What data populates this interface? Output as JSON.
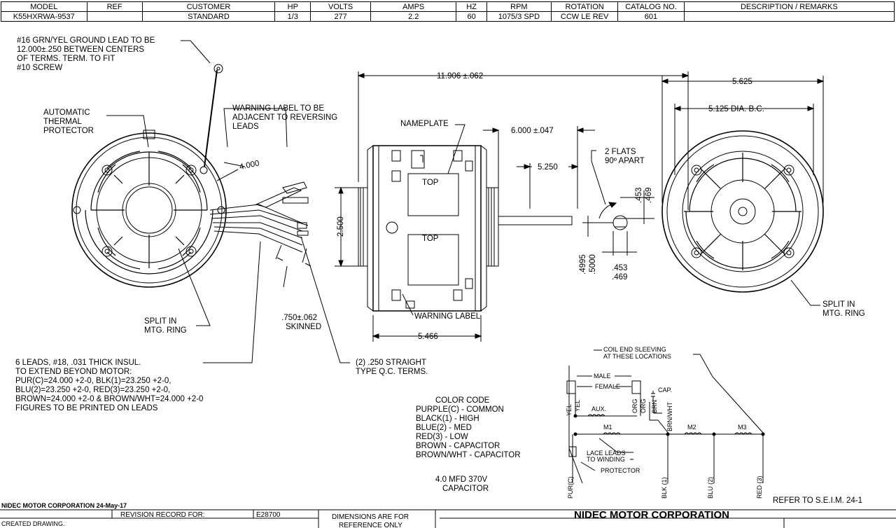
{
  "spec_table": {
    "headers": [
      "MODEL",
      "REF",
      "CUSTOMER",
      "HP",
      "VOLTS",
      "AMPS",
      "HZ",
      "RPM",
      "ROTATION",
      "CATALOG NO.",
      "DESCRIPTION / REMARKS"
    ],
    "row": [
      "K55HXRWA-9537",
      "",
      "STANDARD",
      "1/3",
      "277",
      "2.2",
      "60",
      "1075/3 SPD",
      "CCW LE REV",
      "601",
      ""
    ]
  },
  "notes": {
    "ground_lead": [
      "#16 GRN/YEL GROUND LEAD TO BE",
      "12.000±.250 BETWEEN CENTERS",
      "OF TERMS. TERM. TO FIT",
      "#10 SCREW"
    ],
    "thermal": [
      "AUTOMATIC",
      "THERMAL",
      "PROTECTOR"
    ],
    "warning_label_top": [
      "WARNING LABEL TO BE",
      "ADJACENT TO REVERSING",
      "LEADS"
    ],
    "nameplate": "NAMEPLATE",
    "top1": "TOP",
    "top2": "TOP",
    "flats": [
      "2 FLATS",
      "90º APART"
    ],
    "split_left": [
      "SPLIT IN",
      "MTG. RING"
    ],
    "split_right": [
      "SPLIT IN",
      "MTG. RING"
    ],
    "skinned": [
      ".750±.062",
      "SKINNED"
    ],
    "warning_label": "WARNING LABEL",
    "qc_terms": [
      "(2) .250 STRAIGHT",
      "TYPE Q.C. TERMS."
    ],
    "leads": [
      "6 LEADS, #18, .031 THICK INSUL.",
      "TO EXTEND BEYOND MOTOR:",
      "PUR(C)=24.000 +2-0, BLK(1)=23.250 +2-0,",
      "BLU(2)=23.250 +2-0, RED(3)=23.250 +2-0,",
      "BROWN=24.000 +2-0 & BROWN/WHT=24.000 +2-0",
      "FIGURES TO BE PRINTED ON LEADS"
    ],
    "color_code": [
      "COLOR CODE",
      "PURPLE(C) - COMMON",
      "BLACK(1) - HIGH",
      "BLUE(2) - MED",
      "RED(3) - LOW",
      "BROWN - CAPACITOR",
      "BROWN/WHT - CAPACITOR"
    ],
    "capacitor": [
      "4.0 MFD 370V",
      "CAPACITOR"
    ],
    "coil_sleeving": [
      "COIL END SLEEVING",
      "AT THESE LOCATIONS"
    ],
    "refer": "REFER TO S.E.I.M. 24-1"
  },
  "dimensions": {
    "len_total": "11.906 ±.062",
    "len_shaft": "6.000 ±.047",
    "len_5250": "5.250",
    "height": "2.500",
    "body_len": "5.466",
    "mount_ring": "5.625",
    "bolt_circle": "5.125  DIA. B.C.",
    "radius": "4.000",
    "flat_a": ".453",
    "flat_b": ".469",
    "shaft_a": ".4995",
    "shaft_b": ".5000",
    "shaft_c": ".453",
    "shaft_d": ".469"
  },
  "wiring": {
    "male": "MALE",
    "female": "FEMALE",
    "cap": "CAP.",
    "yel1": "YEL",
    "yel2": "YEL",
    "org1": "ORG",
    "org2": "ORG",
    "brn": "BRN",
    "brnwht": "BRN/WHT",
    "aux": "AUX.",
    "m1": "M1",
    "m2": "M2",
    "m3": "M3",
    "lace": [
      "LACE LEADS",
      "TO WINDING"
    ],
    "protector": "PROTECTOR",
    "pur": "PUR(C)",
    "blk": "BLK (1)",
    "blu": "BLU (2)",
    "red": "RED (3)"
  },
  "title_block": {
    "company_date": "NIDEC MOTOR CORPORATION 24-May-17",
    "revision_record": "REVISION RECORD FOR:",
    "record_no": "E28700",
    "created": "CREATED DRAWING.",
    "dims_note": [
      "DIMENSIONS ARE FOR",
      "REFERENCE ONLY"
    ],
    "company": "NIDEC MOTOR CORPORATION"
  }
}
